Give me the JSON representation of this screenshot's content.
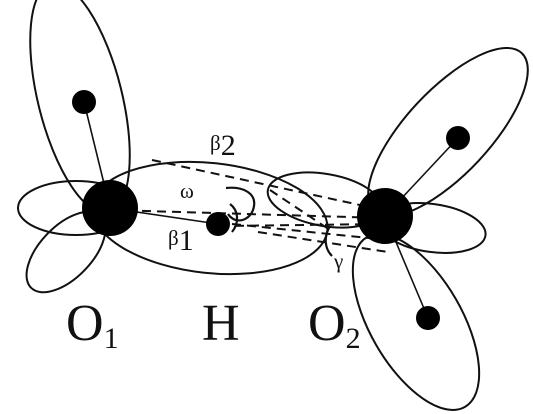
{
  "diagram": {
    "atoms": {
      "o1": {
        "base": "O",
        "sub": "1"
      },
      "h": {
        "label": "H"
      },
      "o2": {
        "base": "O",
        "sub": "2"
      }
    },
    "angles": {
      "beta2": {
        "base": "β",
        "sub": "2"
      },
      "omega": {
        "label": "ω"
      },
      "beta1": {
        "base": "β",
        "sub": "1"
      },
      "gamma": {
        "label": "γ"
      }
    }
  }
}
